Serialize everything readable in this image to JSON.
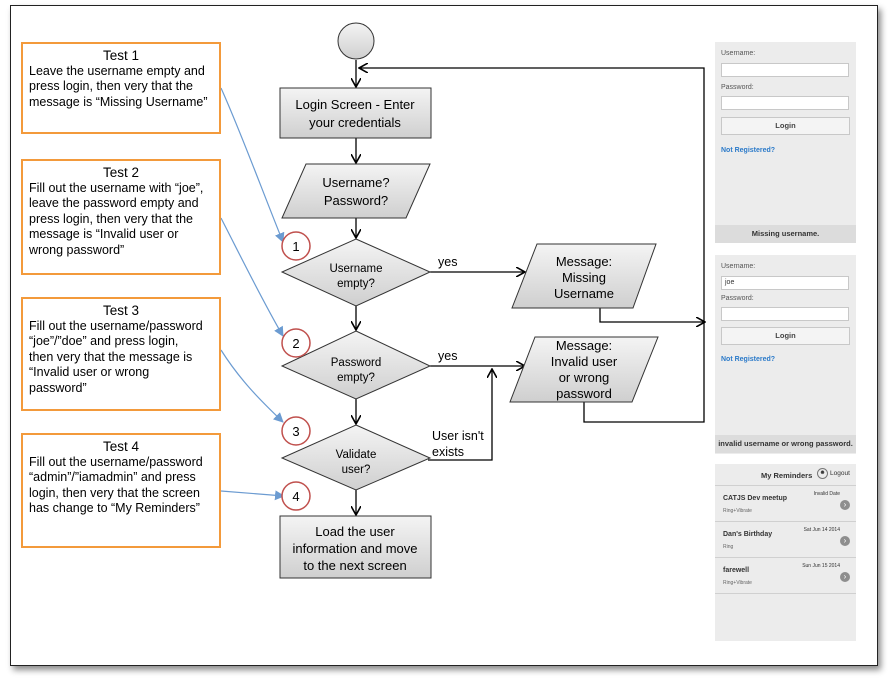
{
  "flowchart": {
    "start": "",
    "login_screen": [
      "Login Screen - Enter",
      "your credentials"
    ],
    "input": [
      "Username?",
      "Password?"
    ],
    "decision_username": [
      "Username",
      "empty?"
    ],
    "decision_password": [
      "Password",
      "empty?"
    ],
    "decision_validate": [
      "Validate",
      "user?"
    ],
    "msg_missing": [
      "Message:",
      "Missing",
      "Username"
    ],
    "msg_invalid": [
      "Message:",
      "Invalid user",
      "or wrong",
      "password"
    ],
    "load_user": [
      "Load the user",
      "information and move",
      "to the next screen"
    ],
    "yes1": "yes",
    "yes2": "yes",
    "user_not_exists": [
      "User isn't",
      "exists"
    ],
    "markers": [
      "1",
      "2",
      "3",
      "4"
    ]
  },
  "tests": [
    {
      "title": "Test 1",
      "lines": [
        "Leave the username empty and",
        "press login, then very that the",
        "message is “Missing Username”"
      ]
    },
    {
      "title": "Test 2",
      "lines": [
        "Fill out the username with “joe”,",
        "leave the password empty and",
        "press login, then very that the",
        "message is “Invalid user or",
        "wrong password”"
      ]
    },
    {
      "title": "Test 3",
      "lines": [
        "Fill out the username/password",
        "“joe”/”doe” and press login,",
        "then very that the message is",
        "“Invalid user or wrong",
        "password”"
      ]
    },
    {
      "title": "Test 4",
      "lines": [
        "Fill out the username/password",
        "“admin”/”iamadmin” and press",
        "login, then very that the screen",
        "has change to “My Reminders”"
      ]
    }
  ],
  "screen1": {
    "username_label": "Username:",
    "username_value": "",
    "password_label": "Password:",
    "password_value": "",
    "login_button": "Login",
    "register_link": "Not Registered?",
    "message": "Missing username."
  },
  "screen2": {
    "username_label": "Username:",
    "username_value": "joe",
    "password_label": "Password:",
    "password_value": "",
    "login_button": "Login",
    "register_link": "Not Registered?",
    "message": "invalid username or wrong password."
  },
  "screen3": {
    "title": "My Reminders",
    "logout": "Logout",
    "items": [
      {
        "name": "CATJS Dev meetup",
        "sound": "Ring+Vibrate",
        "date": "Invalid Date"
      },
      {
        "name": "Dan's Birthday",
        "sound": "Ring",
        "date": "Sat Jun 14 2014"
      },
      {
        "name": "farewell",
        "sound": "Ring+Vibrate",
        "date": "Sun Jun 15 2014"
      }
    ]
  },
  "colors": {
    "test_border": "#f39a3b",
    "connector": "#6b9bd1",
    "marker": "#c0504d",
    "shape_fill_top": "#f4f4f4",
    "shape_fill_bottom": "#cfcfcf"
  }
}
